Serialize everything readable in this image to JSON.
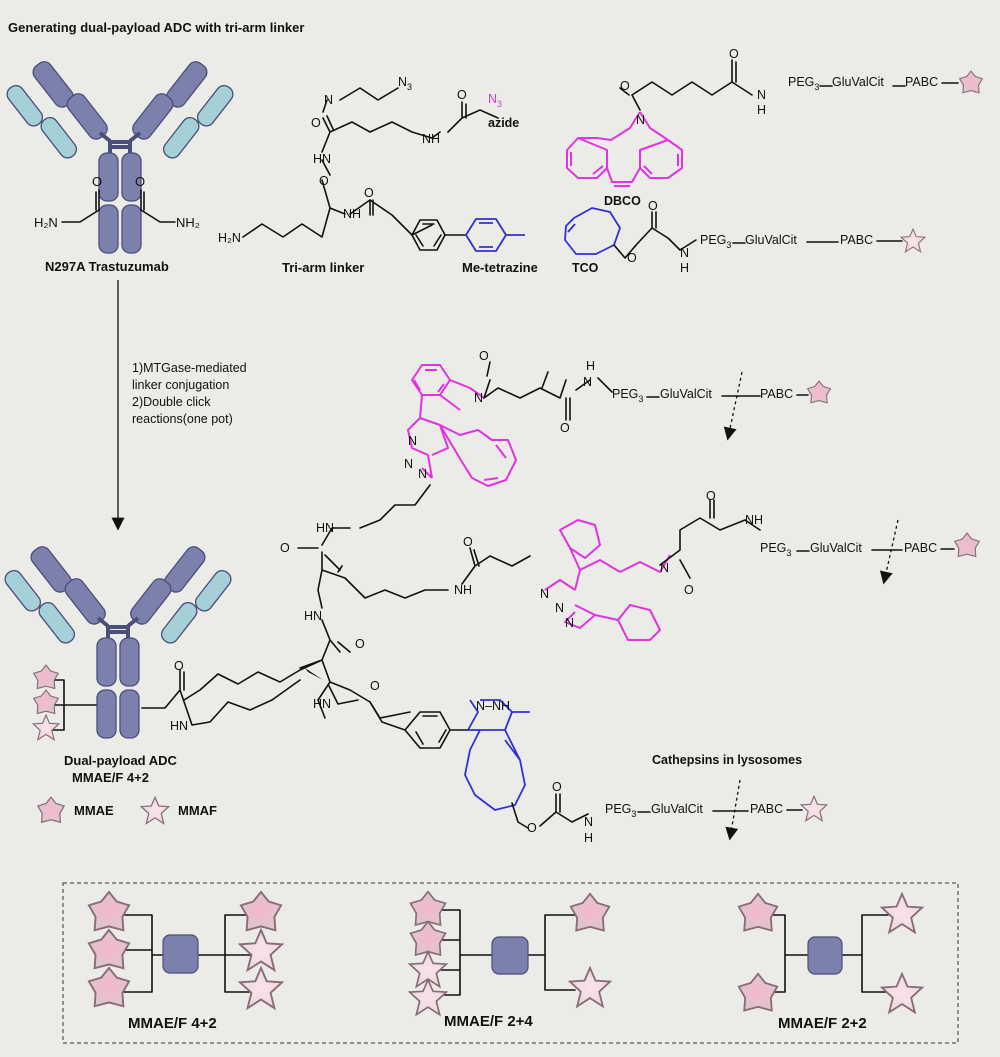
{
  "title": "Generating dual-payload ADC with tri-arm linker",
  "antibody": {
    "name": "N297A Trastuzumab",
    "left_group": "H₂N",
    "right_group": "NH₂",
    "o_label": "O"
  },
  "reaction_steps": {
    "line1": "1)MTGase-mediated",
    "line2": "linker conjugation",
    "line3": "2)Double click",
    "line4": "reactions(one pot)"
  },
  "reagents": {
    "trilinker_label": "Tri-arm linker",
    "azide_label": "azide",
    "tetrazine_label": "Me-tetrazine",
    "dbco_label": "DBCO",
    "tco_label": "TCO",
    "n3": "N",
    "n3_sub": "3",
    "peg": "PEG",
    "peg_sub": "3",
    "gvc": "GluValCit",
    "pabc": "PABC",
    "atoms": {
      "N": "N",
      "NH": "NH",
      "HN": "HN",
      "H": "H",
      "O": "O",
      "H2N": "H₂N",
      "NNH": "N–NH"
    }
  },
  "product": {
    "label_line1": "Dual-payload ADC",
    "label_line2": "MMAE/F 4+2",
    "cathepsin": "Cathepsins in lysosomes"
  },
  "legend": {
    "mmae": "MMAE",
    "mmaf": "MMAF",
    "mmae_color": "#f3c6d5",
    "mmaf_color": "#f7dfe6"
  },
  "formats": [
    {
      "label": "MMAE/F 4+2"
    },
    {
      "label": "MMAE/F 2+4"
    },
    {
      "label": "MMAE/F 2+2"
    }
  ],
  "colors": {
    "background": "#ebebe7",
    "azide_magenta": "#e233e2",
    "tetrazine_blue": "#3030d6",
    "antibody_light": "#a6d0d8",
    "antibody_heavy": "#7b80ad"
  }
}
